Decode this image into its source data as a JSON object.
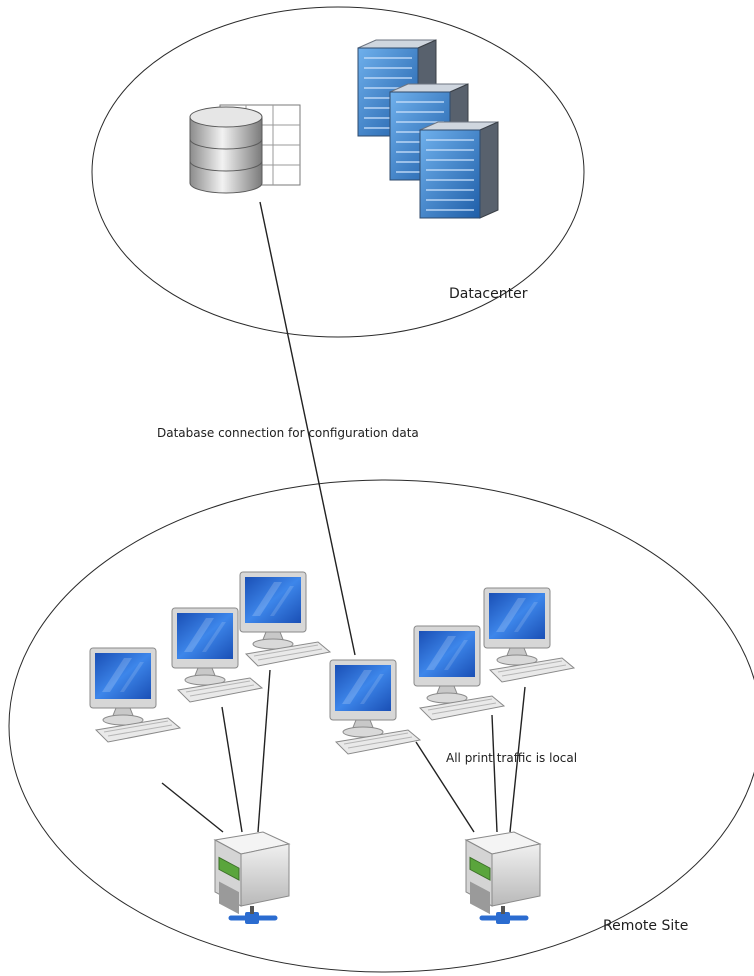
{
  "zones": {
    "datacenter": {
      "label": "Datacenter"
    },
    "remote_site": {
      "label": "Remote Site"
    }
  },
  "connections": {
    "database": {
      "label": "Database connection for configuration data"
    },
    "print": {
      "label": "All print traffic is local"
    }
  },
  "icons": {
    "database": "database-server-icon",
    "servers": "server-rack-icon",
    "workstation": "desktop-computer-icon",
    "printer": "network-printer-icon"
  },
  "colors": {
    "screen": "#2f6fd6",
    "rack": "#3a7fc6",
    "outline": "#2a2a2a",
    "network": "#2b6cd0"
  }
}
